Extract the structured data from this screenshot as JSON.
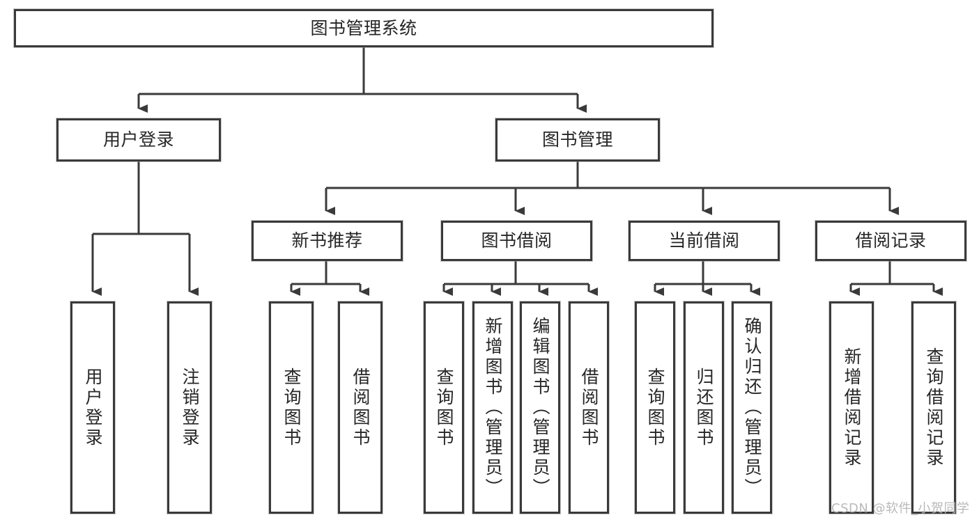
{
  "diagram": {
    "title": "图书管理系统",
    "type": "hierarchy-tree",
    "root": {
      "label": "图书管理系统"
    },
    "level2": [
      {
        "label": "用户登录"
      },
      {
        "label": "图书管理"
      }
    ],
    "level3": [
      {
        "label": "新书推荐"
      },
      {
        "label": "图书借阅"
      },
      {
        "label": "当前借阅"
      },
      {
        "label": "借阅记录"
      }
    ],
    "leaves": {
      "user_login": [
        {
          "label": "用户登录"
        },
        {
          "label": "注销登录"
        }
      ],
      "new_book_recommend": [
        {
          "label": "查询图书"
        },
        {
          "label": "借阅图书"
        }
      ],
      "book_borrow": [
        {
          "label": "查询图书"
        },
        {
          "label": "新增图书（管理员）"
        },
        {
          "label": "编辑图书（管理员）"
        },
        {
          "label": "借阅图书"
        }
      ],
      "current_borrow": [
        {
          "label": "查询图书"
        },
        {
          "label": "归还图书"
        },
        {
          "label": "确认归还（管理员）"
        }
      ],
      "borrow_record": [
        {
          "label": "新增借阅记录"
        },
        {
          "label": "查询借阅记录"
        }
      ]
    }
  },
  "watermark": {
    "text": "CSDN @软件_小贺同学"
  },
  "colors": {
    "box_border": "#3a3a3a",
    "box_fill": "#ffffff",
    "text": "#262626",
    "connector": "#3a3a3a",
    "watermark": "#b9b9b9"
  }
}
